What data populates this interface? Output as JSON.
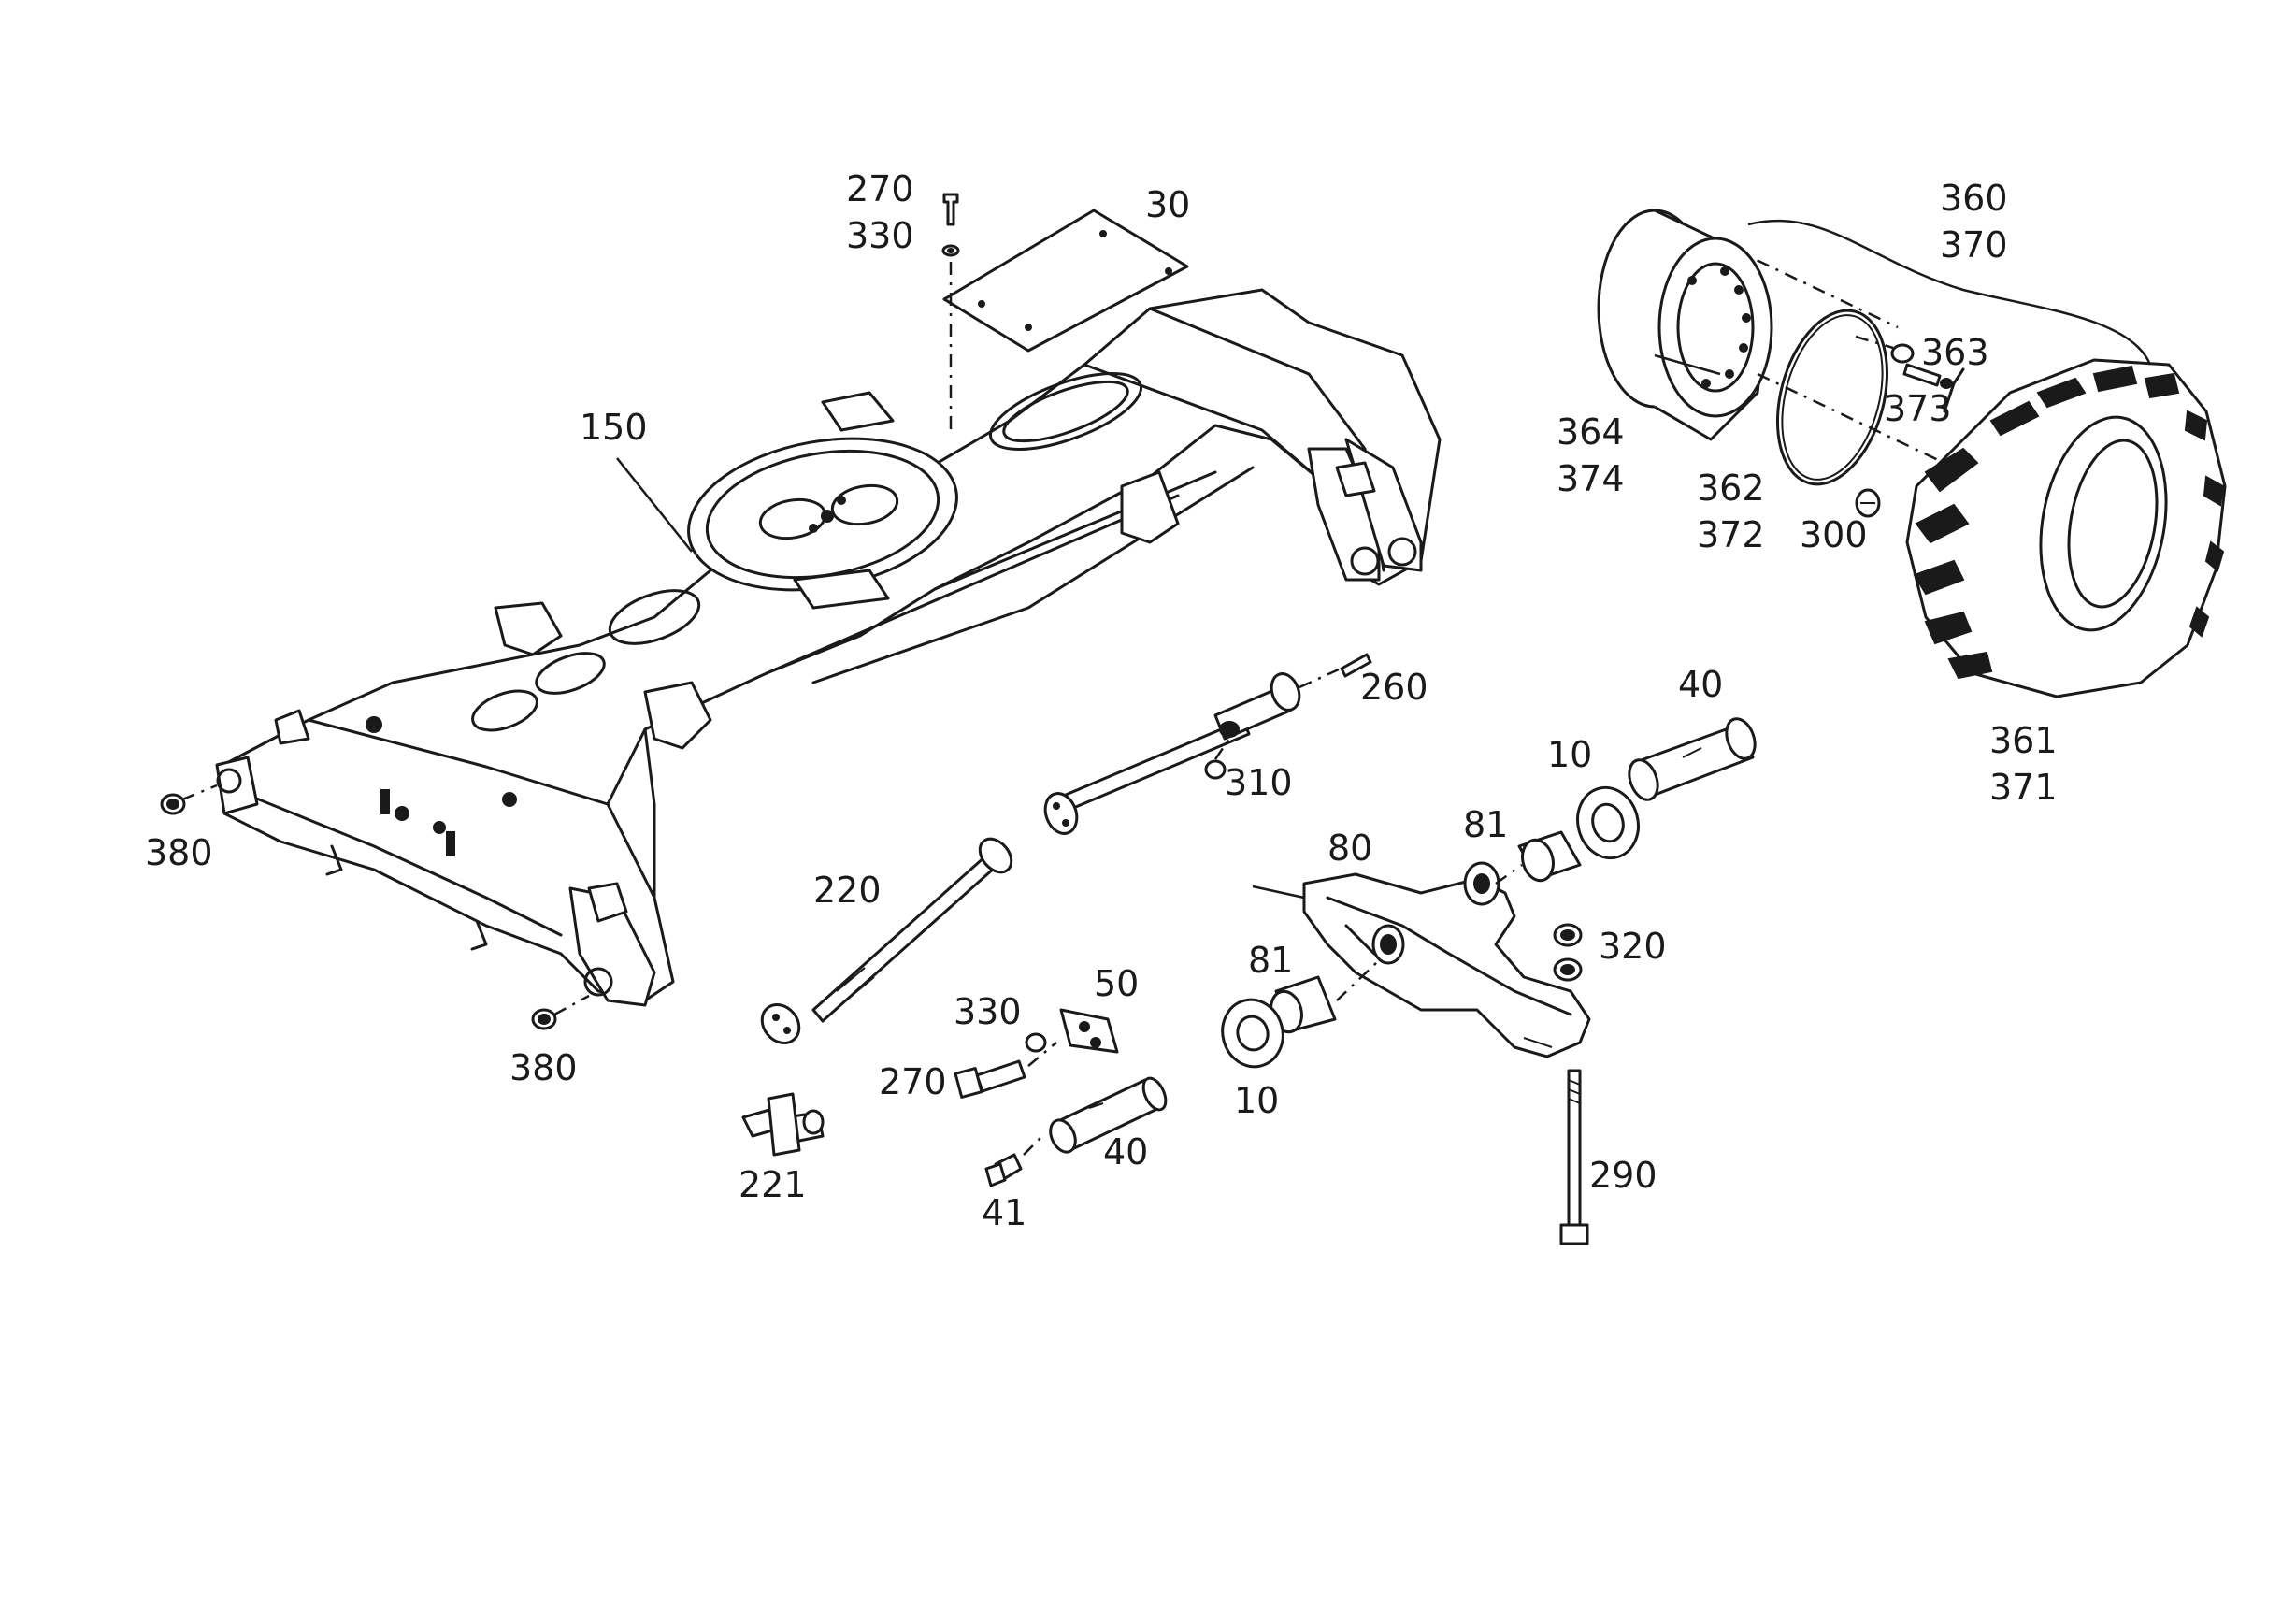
{
  "labels": {
    "l30": "30",
    "l270a": "270",
    "l330a": "330",
    "l150": "150",
    "l380a": "380",
    "l380b": "380",
    "l260": "260",
    "l310": "310",
    "l220": "220",
    "l221": "221",
    "l330b": "330",
    "l270b": "270",
    "l50": "50",
    "l40a": "40",
    "l41": "41",
    "l80": "80",
    "l81a": "81",
    "l81b": "81",
    "l10a": "10",
    "l10b": "10",
    "l40b": "40",
    "l320": "320",
    "l290": "290",
    "l360": "360",
    "l370": "370",
    "l363": "363",
    "l373": "373",
    "l364": "364",
    "l374": "374",
    "l362": "362",
    "l372": "372",
    "l300": "300",
    "l361": "361",
    "l371": "371"
  }
}
